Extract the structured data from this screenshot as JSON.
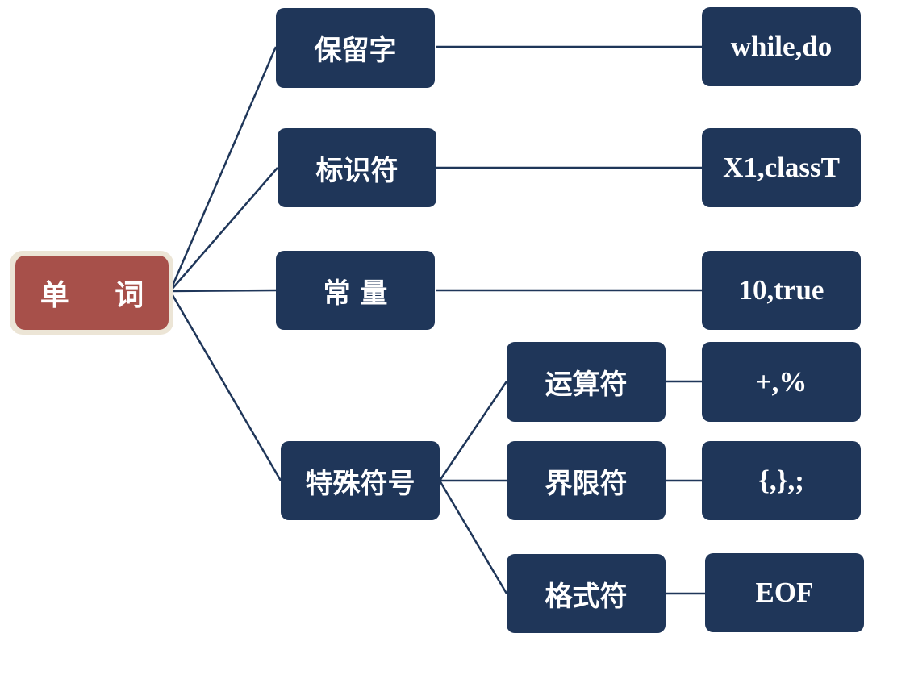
{
  "root": {
    "label": "单 词"
  },
  "categories": [
    {
      "label": "保留字",
      "example": "while,do"
    },
    {
      "label": "标识符",
      "example": "X1,classT"
    },
    {
      "label": "常 量",
      "example": "10,true"
    },
    {
      "label": "特殊符号"
    }
  ],
  "special_symbols": [
    {
      "label": "运算符",
      "example": "+,%"
    },
    {
      "label": "界限符",
      "example": "{,},;"
    },
    {
      "label": "格式符",
      "example": "EOF"
    }
  ],
  "colors": {
    "node": "#1f3659",
    "root": "#a7504a",
    "root_border": "#ece5d6",
    "line": "#1f3659"
  }
}
